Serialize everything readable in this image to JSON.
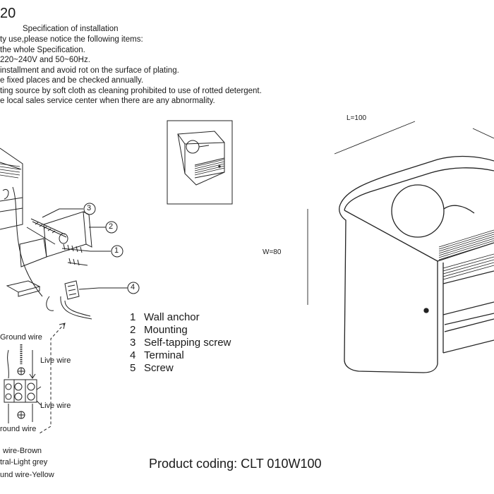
{
  "header": {
    "title": "20",
    "spec_heading": "Specification of installation",
    "notes": [
      "ty use,please notice the following items:",
      "the whole Specification.",
      "220~240V and 50~60Hz.",
      "installment and avoid rot on the surface of plating.",
      "e fixed places and be checked annually.",
      "ting source by soft cloth as cleaning prohibited to use of rotted detergent.",
      "e local sales service center when there are any abnormality."
    ]
  },
  "callouts": [
    "1",
    "2",
    "3",
    "4"
  ],
  "legend": [
    {
      "num": "1",
      "label": "Wall anchor"
    },
    {
      "num": "2",
      "label": "Mounting"
    },
    {
      "num": "3",
      "label": "Self-tapping screw"
    },
    {
      "num": "4",
      "label": "Terminal"
    },
    {
      "num": "5",
      "label": "Screw"
    }
  ],
  "wiring": {
    "ground_top": "Ground wire",
    "live_top": "Live wire",
    "live_bottom": "Live wire",
    "ground_bottom": "round wire",
    "color_legend": [
      "wire-Brown",
      "tral-Light grey",
      "und wire-Yellow"
    ]
  },
  "dimensions": {
    "length": "L=100",
    "width": "W=80"
  },
  "product_coding": "Product coding: CLT 010W100"
}
